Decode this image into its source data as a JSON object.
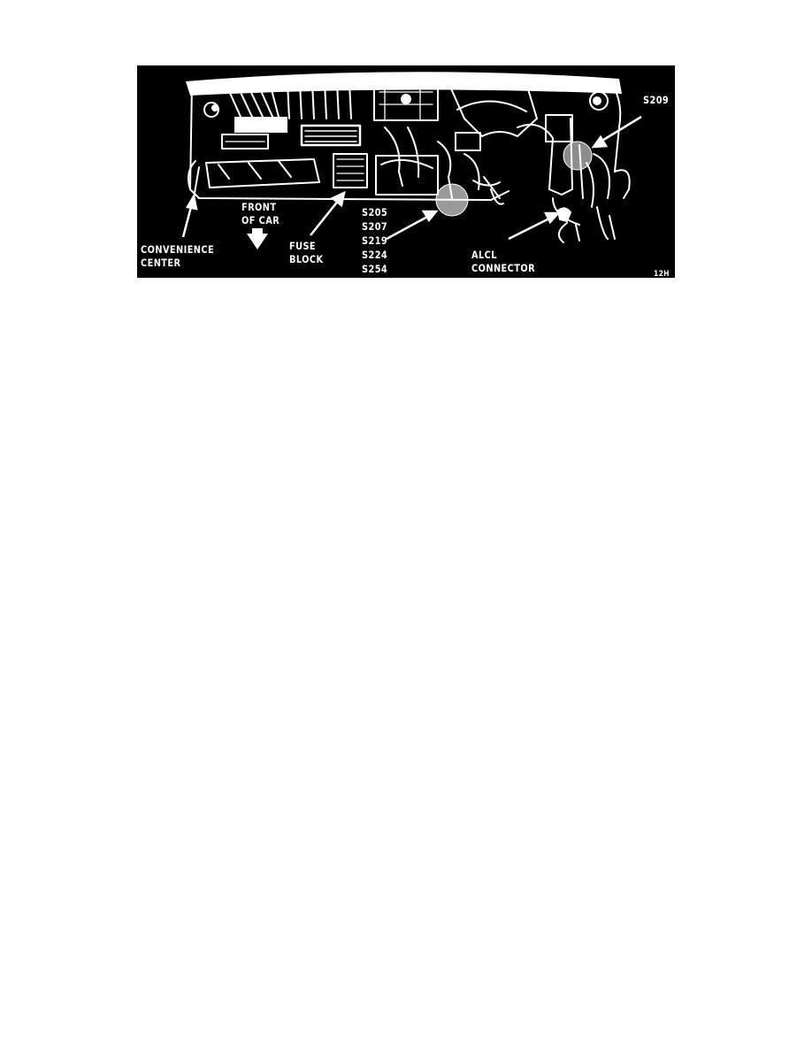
{
  "figure": {
    "code": "12H",
    "labels": {
      "convenience_center": [
        "CONVENIENCE",
        "CENTER"
      ],
      "front_of_car": [
        "FRONT",
        "OF CAR"
      ],
      "fuse_block": [
        "FUSE",
        "BLOCK"
      ],
      "splice_group": [
        "S205",
        "S207",
        "S219",
        "S224",
        "S254"
      ],
      "s209": "S209",
      "alcl_connector": [
        "ALCL",
        "CONNECTOR"
      ]
    }
  },
  "colors": {
    "background": "#000000",
    "ink": "#ffffff"
  }
}
